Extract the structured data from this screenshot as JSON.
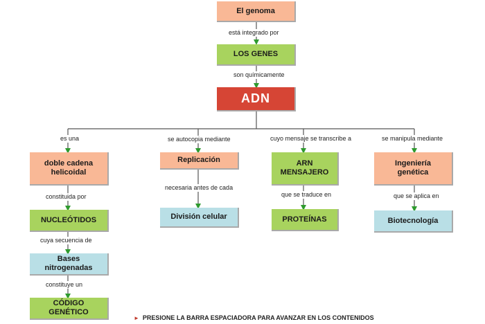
{
  "nodes": {
    "genoma": "El genoma",
    "genes": "LOS GENES",
    "adn": "ADN",
    "doble": "doble cadena\nhelicoidal",
    "replicacion": "Replicación",
    "arn": "ARN\nMENSAJERO",
    "ingenieria": "Ingeniería\ngenética",
    "nucleotidos": "NUCLEÓTIDOS",
    "division": "División celular",
    "proteinas": "PROTEÍNAS",
    "biotecnologia": "Biotecnología",
    "bases": "Bases\nnitrogenadas",
    "codigo": "CÓDIGO\nGENÉTICO"
  },
  "links": {
    "integrado": "está integrado por",
    "quimicamente": "son químicamente",
    "es_una": "es una",
    "autocopia": "se autocopia mediante",
    "mensaje": "cuyo mensaje se transcribe a",
    "manipula": "se manipula mediante",
    "constituida": "constituida por",
    "necesaria": "necesaria antes de cada",
    "traduce": "que se traduce en",
    "aplica": "que se aplica en",
    "secuencia": "cuya secuencia de",
    "constituye": "constituye un"
  },
  "footer": {
    "text": "PRESIONE LA BARRA ESPACIADORA PARA AVANZAR EN LOS CONTENIDOS"
  },
  "colors": {
    "line": "#555555",
    "arrow": "#2e9a2e",
    "salmon": "#f9b896",
    "green": "#a8d35e",
    "blue": "#b9dfe6",
    "red": "#d64535"
  }
}
